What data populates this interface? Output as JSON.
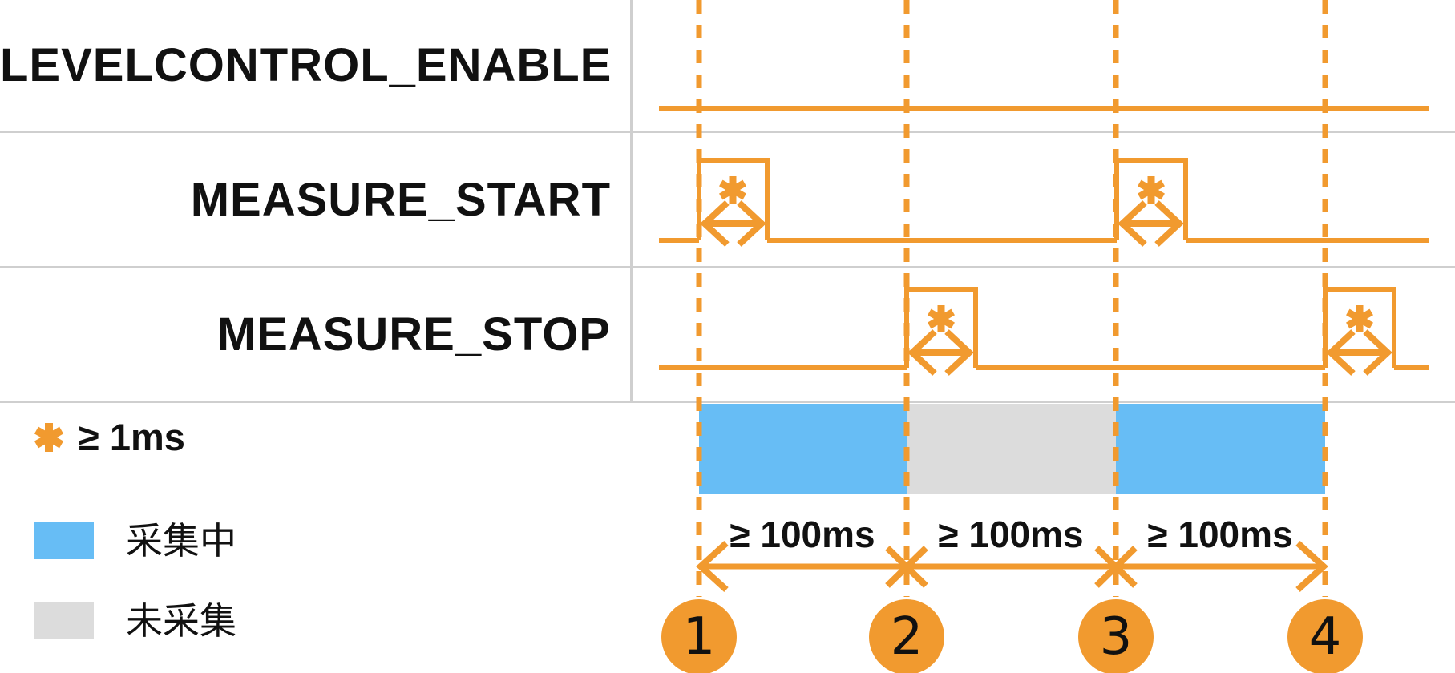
{
  "colors": {
    "accent_orange": "#F19A2F",
    "collecting_blue": "#67BDF5",
    "idle_gray": "#DCDCDC",
    "divider_gray": "#CFCFCF",
    "text_black": "#111111"
  },
  "signals": [
    {
      "label": "LEVELCONTROL_ENABLE"
    },
    {
      "label": "MEASURE_START"
    },
    {
      "label": "MEASURE_STOP"
    }
  ],
  "pulse_note": {
    "symbol": "✱",
    "text": "≥ 1ms"
  },
  "intervals": [
    {
      "label": "≥ 100ms"
    },
    {
      "label": "≥ 100ms"
    },
    {
      "label": "≥ 100ms"
    }
  ],
  "markers": [
    {
      "label": "1"
    },
    {
      "label": "2"
    },
    {
      "label": "3"
    },
    {
      "label": "4"
    }
  ],
  "legend": [
    {
      "label": "采集中",
      "color": "#67BDF5"
    },
    {
      "label": "未采集",
      "color": "#DCDCDC"
    }
  ],
  "bar_segments": [
    {
      "from_marker": "1",
      "to_marker": "2",
      "state": "采集中",
      "color": "#67BDF5"
    },
    {
      "from_marker": "2",
      "to_marker": "3",
      "state": "未采集",
      "color": "#DCDCDC"
    },
    {
      "from_marker": "3",
      "to_marker": "4",
      "state": "采集中",
      "color": "#67BDF5"
    }
  ]
}
